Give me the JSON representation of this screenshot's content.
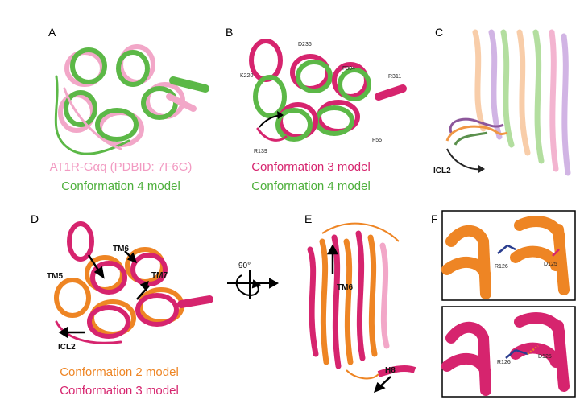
{
  "panels": {
    "A": {
      "label": "A",
      "legend": [
        "AT1R-Gαq (PDBID: 7F6G)",
        "Conformation 4 model"
      ]
    },
    "B": {
      "label": "B",
      "residues": [
        "D236",
        "F304",
        "R311",
        "K220",
        "R139",
        "F55"
      ],
      "legend": [
        "Conformation 3 model",
        "Conformation 4 model"
      ]
    },
    "C": {
      "label": "C",
      "loop": "ICL2"
    },
    "D": {
      "label": "D",
      "helices": [
        "TM6",
        "TM5",
        "TM7"
      ],
      "loop": "ICL2",
      "legend": [
        "Conformation 2 model",
        "Conformation 3 model"
      ]
    },
    "rotation": "90°",
    "E": {
      "label": "E",
      "helices": [
        "TM6",
        "H8"
      ]
    },
    "F": {
      "label": "F",
      "residues": [
        "R126",
        "D125",
        "R126",
        "D125"
      ]
    }
  },
  "colors": {
    "pink_light": "#f2a7c8",
    "green": "#5cb847",
    "magenta": "#d6246e",
    "orange": "#ee8524",
    "purple": "#9b6bc7",
    "legend_pink": "#f29ac2",
    "legend_green": "#4caf3a",
    "legend_magenta": "#d6246e",
    "legend_orange": "#ee8524"
  }
}
